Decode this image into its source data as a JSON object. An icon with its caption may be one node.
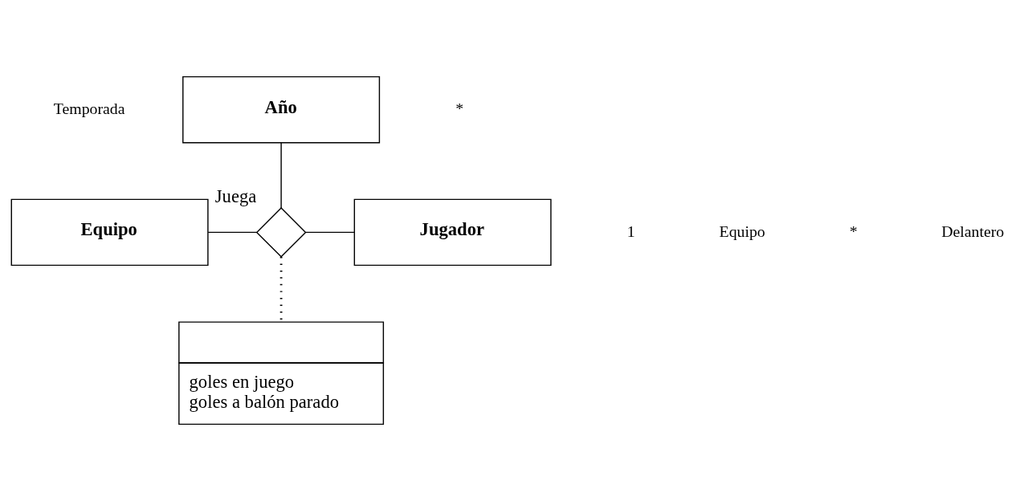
{
  "diagram": {
    "nodes": [
      {
        "text": [
          "Año"
        ]
      },
      {
        "text": [
          "Equipo"
        ]
      },
      {
        "text": [],
        "shape": "diamond",
        "beside": [
          "Juega"
        ]
      },
      {
        "text": [
          "Jugador"
        ]
      },
      {
        "text": [
          "goles en juego",
          "goles a balón parado"
        ]
      }
    ],
    "edges": [
      {
        "from": 0,
        "to": 2,
        "arrow": "none"
      },
      {
        "from": 1,
        "to": 2,
        "arrow": "none"
      },
      {
        "from": 2,
        "to": 3,
        "arrow": "none"
      },
      {
        "from": 2,
        "to": 4,
        "arrow": "none",
        "style": "dashed"
      }
    ],
    "labels": [
      "Temporada",
      "*",
      "1",
      "Equipo",
      "*",
      "Delantero"
    ]
  }
}
